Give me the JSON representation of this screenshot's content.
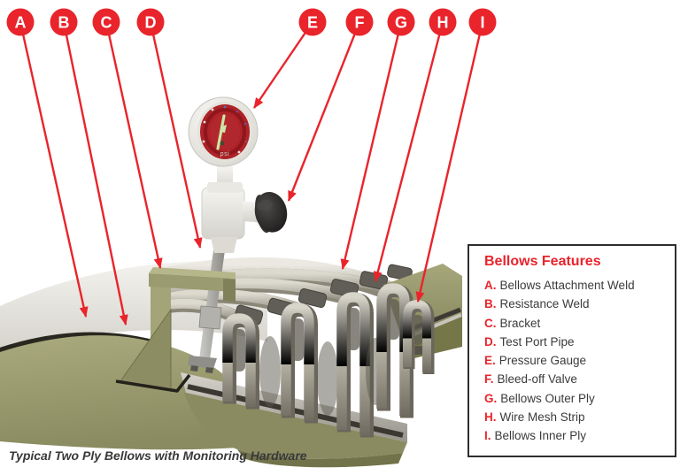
{
  "figure": {
    "caption": "Typical Two Ply Bellows with Monitoring Hardware",
    "gauge_unit": "psi"
  },
  "callouts": [
    {
      "letter": "A"
    },
    {
      "letter": "B"
    },
    {
      "letter": "C"
    },
    {
      "letter": "D"
    },
    {
      "letter": "E"
    },
    {
      "letter": "F"
    },
    {
      "letter": "G"
    },
    {
      "letter": "H"
    },
    {
      "letter": "I"
    }
  ],
  "legend": {
    "title": "Bellows Features",
    "items": [
      {
        "letter": "A.",
        "label": "Bellows Attachment Weld"
      },
      {
        "letter": "B.",
        "label": "Resistance Weld"
      },
      {
        "letter": "C.",
        "label": "Bracket"
      },
      {
        "letter": "D.",
        "label": "Test Port Pipe"
      },
      {
        "letter": "E.",
        "label": "Pressure Gauge"
      },
      {
        "letter": "F.",
        "label": "Bleed-off Valve"
      },
      {
        "letter": "G.",
        "label": "Bellows Outer Ply"
      },
      {
        "letter": "H.",
        "label": "Wire Mesh Strip"
      },
      {
        "letter": "I.",
        "label": "Bellows Inner Ply"
      }
    ]
  },
  "colors": {
    "accent_red": "#e9242b",
    "duct_olive": "#9a9b70",
    "bellows_gray": "#b4b0a2",
    "wire_mesh_dark": "#5f5d55",
    "gauge_face_red": "#ad2328",
    "needle_green": "#cde6a7",
    "text_dark": "#3b3b3d"
  }
}
